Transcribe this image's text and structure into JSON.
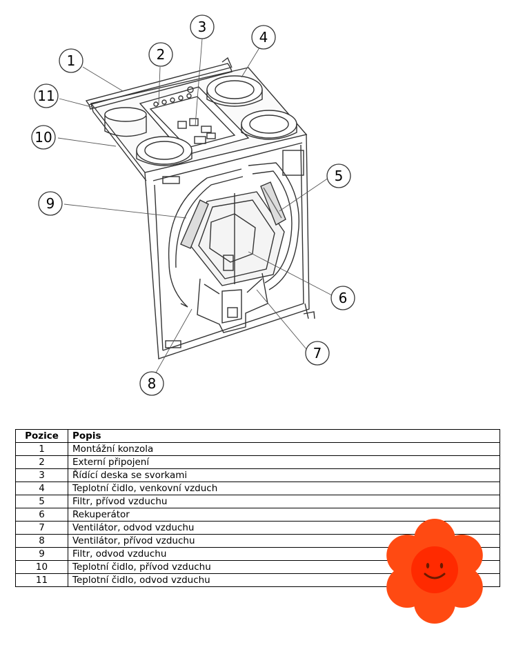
{
  "callouts": [
    "1",
    "2",
    "3",
    "4",
    "5",
    "6",
    "7",
    "8",
    "9",
    "10",
    "11"
  ],
  "table": {
    "headers": {
      "position": "Pozice",
      "description": "Popis"
    },
    "rows": [
      {
        "position": "1",
        "description": "Montážní konzola"
      },
      {
        "position": "2",
        "description": "Externí připojení"
      },
      {
        "position": "3",
        "description": "Řídící deska se svorkami"
      },
      {
        "position": "4",
        "description": "Teplotní čidlo, venkovní vzduch"
      },
      {
        "position": "5",
        "description": "Filtr, přívod vzduchu"
      },
      {
        "position": "6",
        "description": "Rekuperátor"
      },
      {
        "position": "7",
        "description": "Ventilátor, odvod vzduchu"
      },
      {
        "position": "8",
        "description": "Ventilátor, přívod vzduchu"
      },
      {
        "position": "9",
        "description": "Filtr, odvod vzduchu"
      },
      {
        "position": "10",
        "description": "Teplotní čidlo, přívod vzduchu"
      },
      {
        "position": "11",
        "description": "Teplotní čidlo, odvod vzduchu"
      }
    ]
  },
  "colors": {
    "flower_petals": "#ff4a12",
    "flower_center": "#ff2a00"
  },
  "icons": {
    "sticker": "smiling-flower-icon"
  }
}
